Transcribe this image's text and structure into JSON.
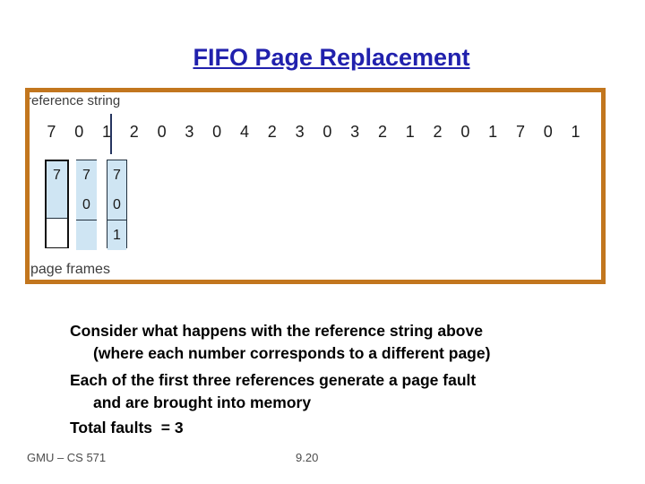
{
  "slide": {
    "title": "FIFO Page Replacement",
    "figure": {
      "reference_string_label": "reference string",
      "reference_string": [
        "7",
        "0",
        "1",
        "2",
        "0",
        "3",
        "0",
        "4",
        "2",
        "3",
        "0",
        "3",
        "2",
        "1",
        "2",
        "0",
        "1",
        "7",
        "0",
        "1"
      ],
      "page_frames_label": "page frames",
      "frame_columns": [
        {
          "cells": [
            "7",
            "",
            ""
          ]
        },
        {
          "cells": [
            "7",
            "0",
            ""
          ]
        },
        {
          "cells": [
            "7",
            "0",
            "1"
          ]
        }
      ],
      "colors": {
        "border": "#c2761e",
        "frame_fill": "#cfe5f3",
        "divider": "#26355f"
      }
    },
    "body_lines": [
      {
        "text": "Consider what happens with the reference string above"
      },
      {
        "text": "(where each number corresponds to a different page)"
      },
      {
        "text": "Each of the first three references generate a page fault"
      },
      {
        "text": "and are brought into memory"
      },
      {
        "text": "Total faults  = 3"
      }
    ],
    "footer": {
      "course": "GMU – CS 571",
      "page_number": "9.20"
    },
    "colors": {
      "title": "#2121ad"
    }
  }
}
